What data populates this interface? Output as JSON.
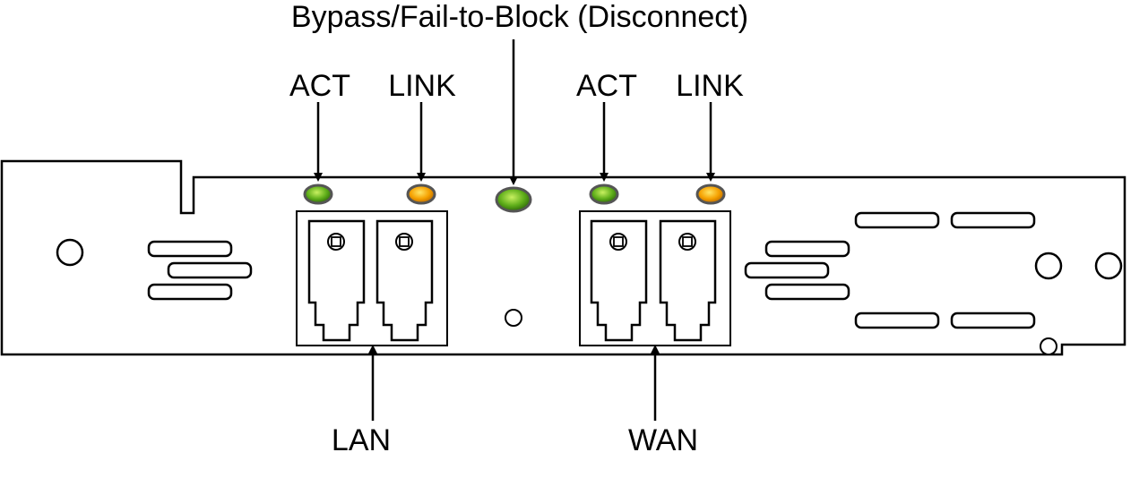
{
  "labels": {
    "bypass": "Bypass/Fail-to-Block (Disconnect)",
    "lan_act": "ACT",
    "lan_link": "LINK",
    "wan_act": "ACT",
    "wan_link": "LINK",
    "lan": "LAN",
    "wan": "WAN"
  },
  "leds": {
    "lan_act": {
      "color": "#6fbf1f"
    },
    "lan_link": {
      "color": "#f5a000"
    },
    "bypass": {
      "color": "#6fbf1f"
    },
    "wan_act": {
      "color": "#6fbf1f"
    },
    "wan_link": {
      "color": "#f5a000"
    }
  },
  "colors": {
    "outline": "#000000",
    "led_ring": "#555555"
  }
}
